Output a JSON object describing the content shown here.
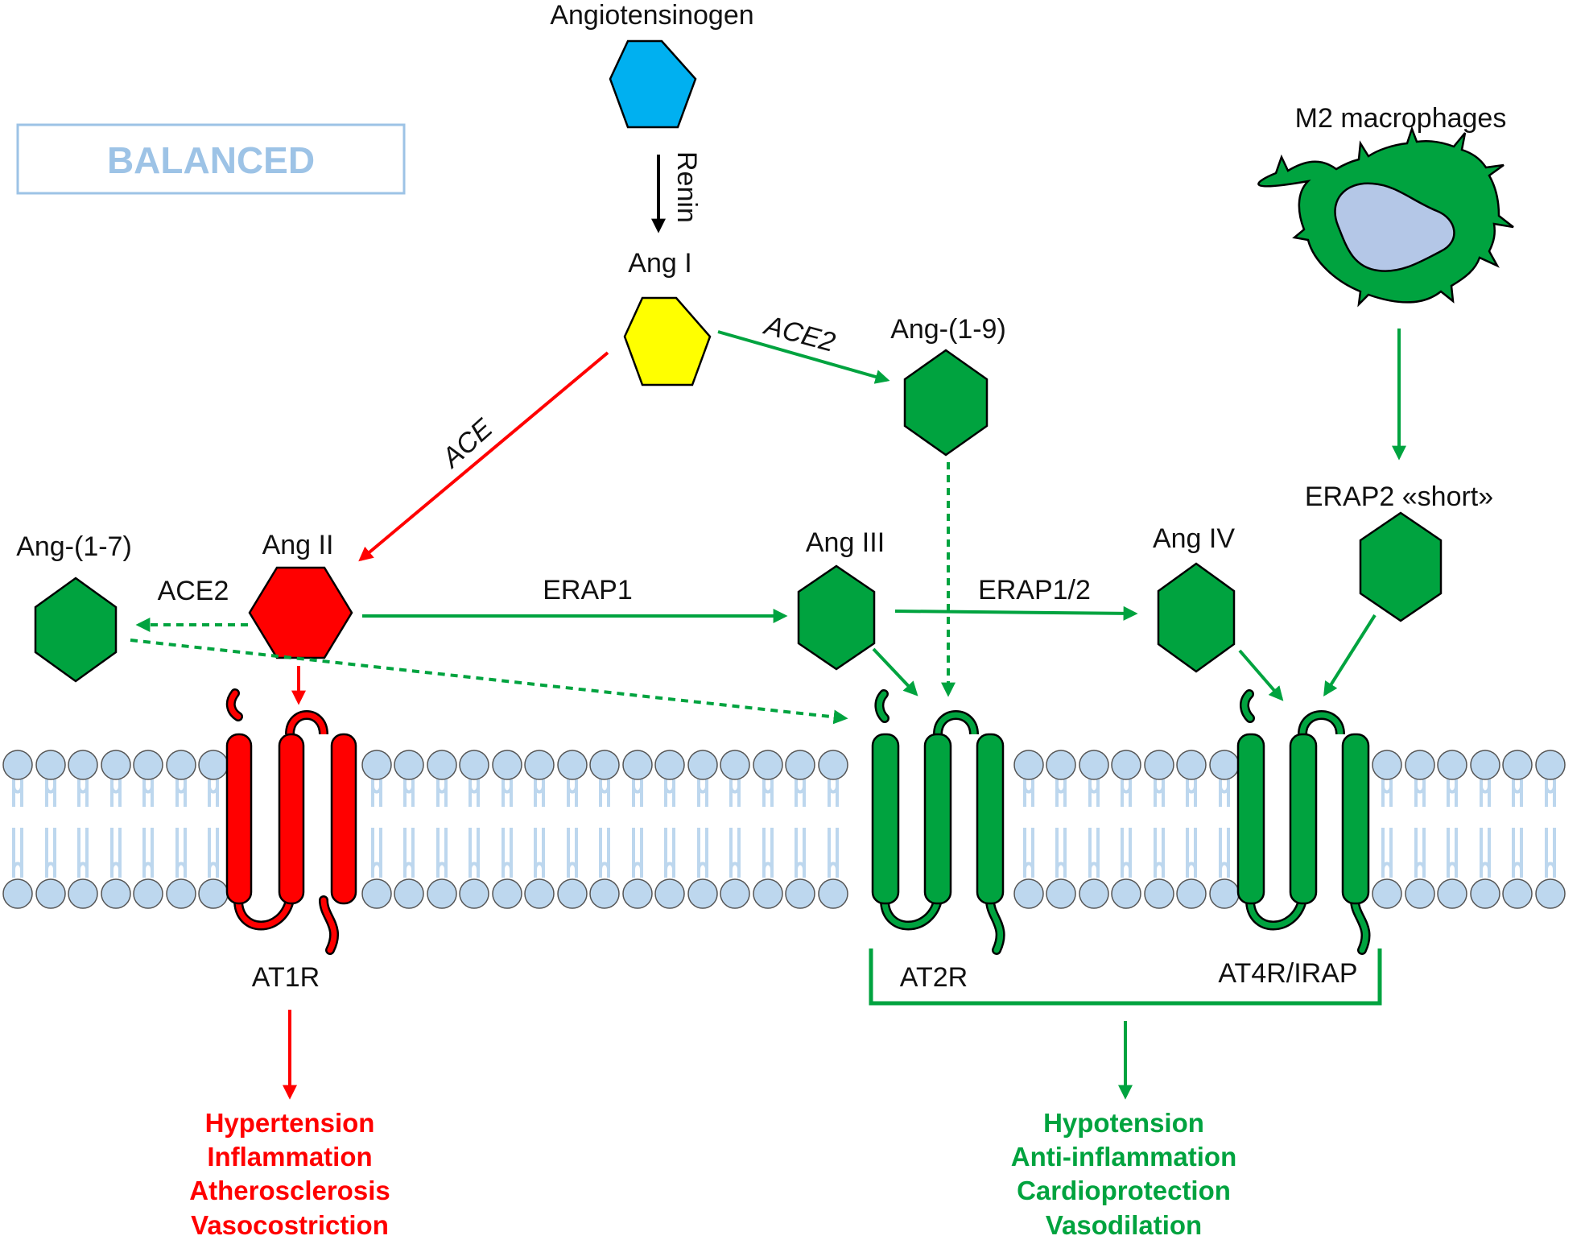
{
  "badge": {
    "text": "BALANCED"
  },
  "molecules": {
    "angiotensinogen": "Angiotensinogen",
    "ang1": "Ang I",
    "ang19": "Ang-(1-9)",
    "ang2": "Ang II",
    "ang17": "Ang-(1-7)",
    "ang3": "Ang III",
    "ang4": "Ang IV",
    "erap2": "ERAP2 «short»",
    "m2": "M2 macrophages"
  },
  "enzymes": {
    "renin": "Renin",
    "ace": "ACE",
    "ace2_top": "ACE2",
    "ace2_left": "ACE2",
    "erap1": "ERAP1",
    "erap12": "ERAP1/2"
  },
  "receptors": {
    "at1r": "AT1R",
    "at2r": "AT2R",
    "at4r": "AT4R/IRAP"
  },
  "outcomes": {
    "harmful": [
      "Hypertension",
      "Inflammation",
      "Atherosclerosis",
      "Vasocostriction"
    ],
    "protective": [
      "Hypotension",
      "Anti-inflammation",
      "Cardioprotection",
      "Vasodilation"
    ]
  },
  "colors": {
    "red": "#ff0000",
    "green": "#00a33f",
    "blue": "#00b0f0",
    "yellow": "#ffff00",
    "membrane": "#bdd7ee",
    "nucleus": "#b4c7e7",
    "badge_border": "#9dc3e6"
  }
}
